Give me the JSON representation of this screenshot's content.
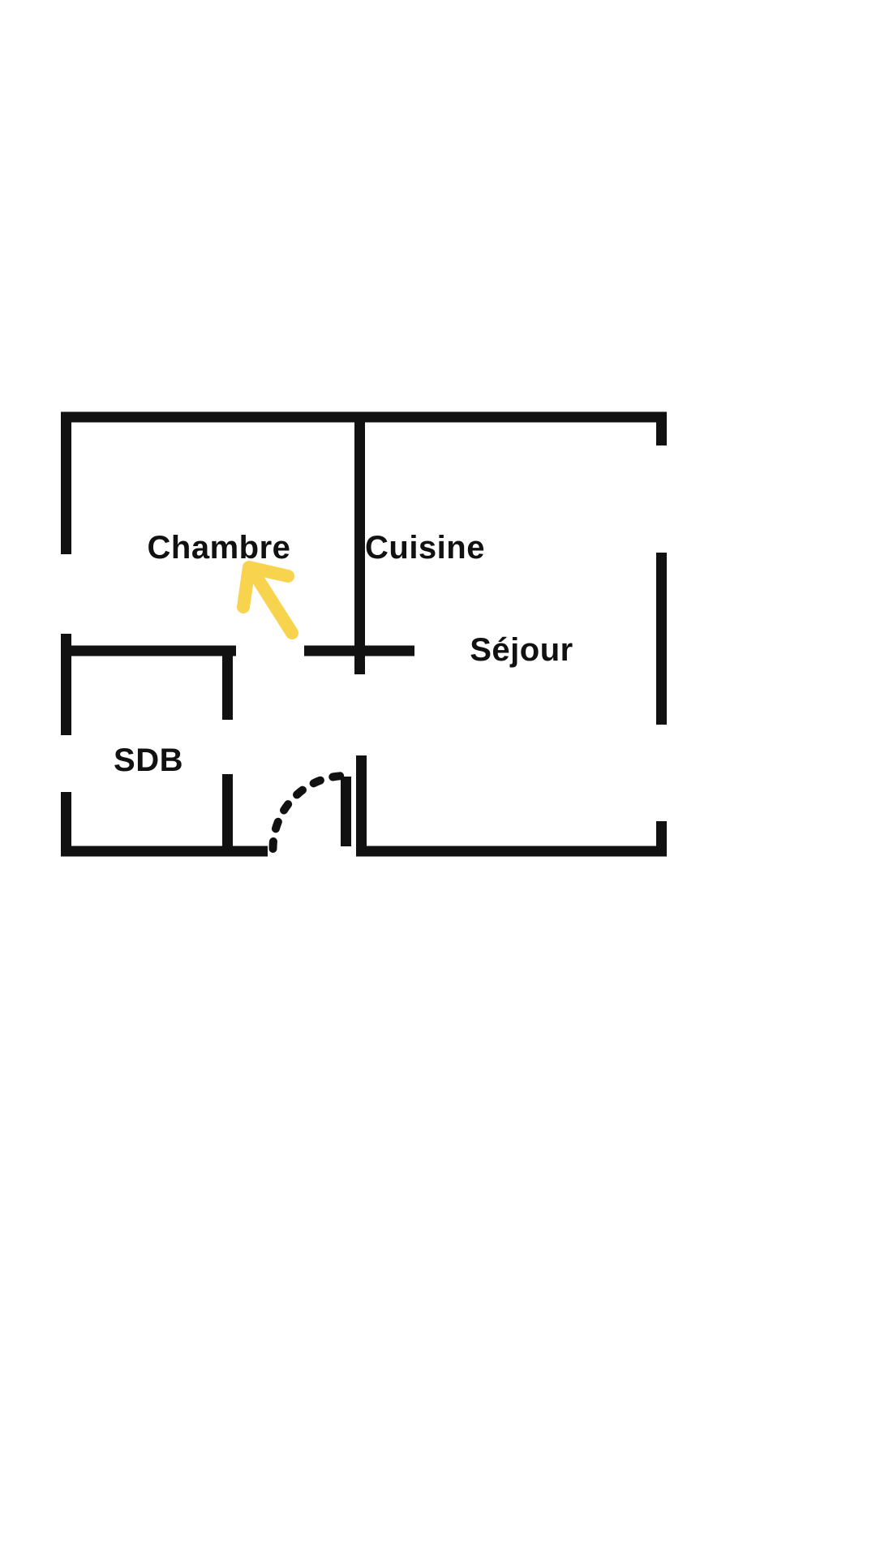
{
  "plan": {
    "rooms": [
      {
        "label": "Chambre"
      },
      {
        "label": "Cuisine"
      },
      {
        "label": "Séjour"
      },
      {
        "label": "SDB"
      }
    ],
    "colors": {
      "wall": "#111111",
      "text": "#111111",
      "arrow": "#f8d34e",
      "background": "#ffffff"
    }
  }
}
